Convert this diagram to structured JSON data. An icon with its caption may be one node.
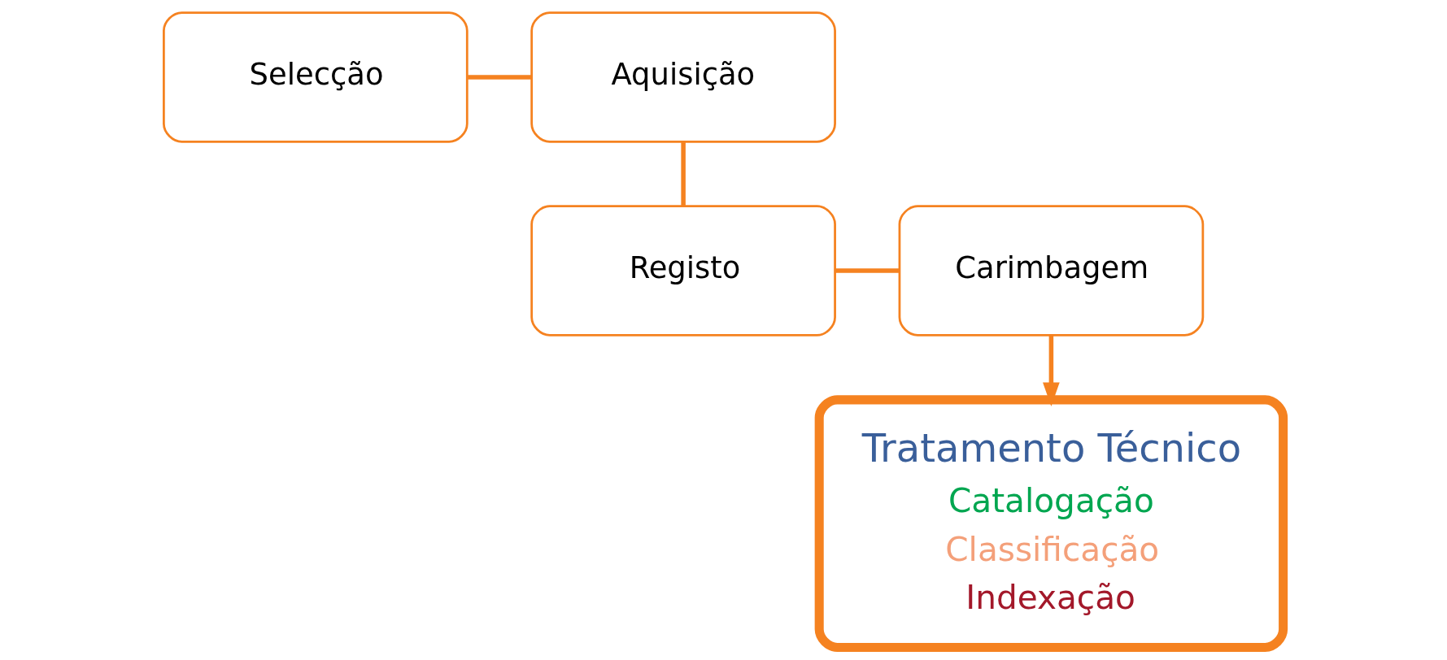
{
  "diagram": {
    "nodes": [
      {
        "text": [
          "Selecção"
        ]
      },
      {
        "text": [
          "Aquisição"
        ]
      },
      {
        "text": [
          "Registo"
        ]
      },
      {
        "text": [
          "Carimbagem"
        ]
      },
      {
        "text": [
          "Tratamento Técnico",
          "Catalogação",
          "Classificação",
          "Indexação"
        ]
      }
    ],
    "edges": [
      {
        "from": 0,
        "to": 1,
        "arrow": "none"
      },
      {
        "from": 1,
        "to": 2,
        "arrow": "none"
      },
      {
        "from": 2,
        "to": 3,
        "arrow": "none"
      },
      {
        "from": 3,
        "to": 4,
        "arrow": "to"
      }
    ]
  }
}
